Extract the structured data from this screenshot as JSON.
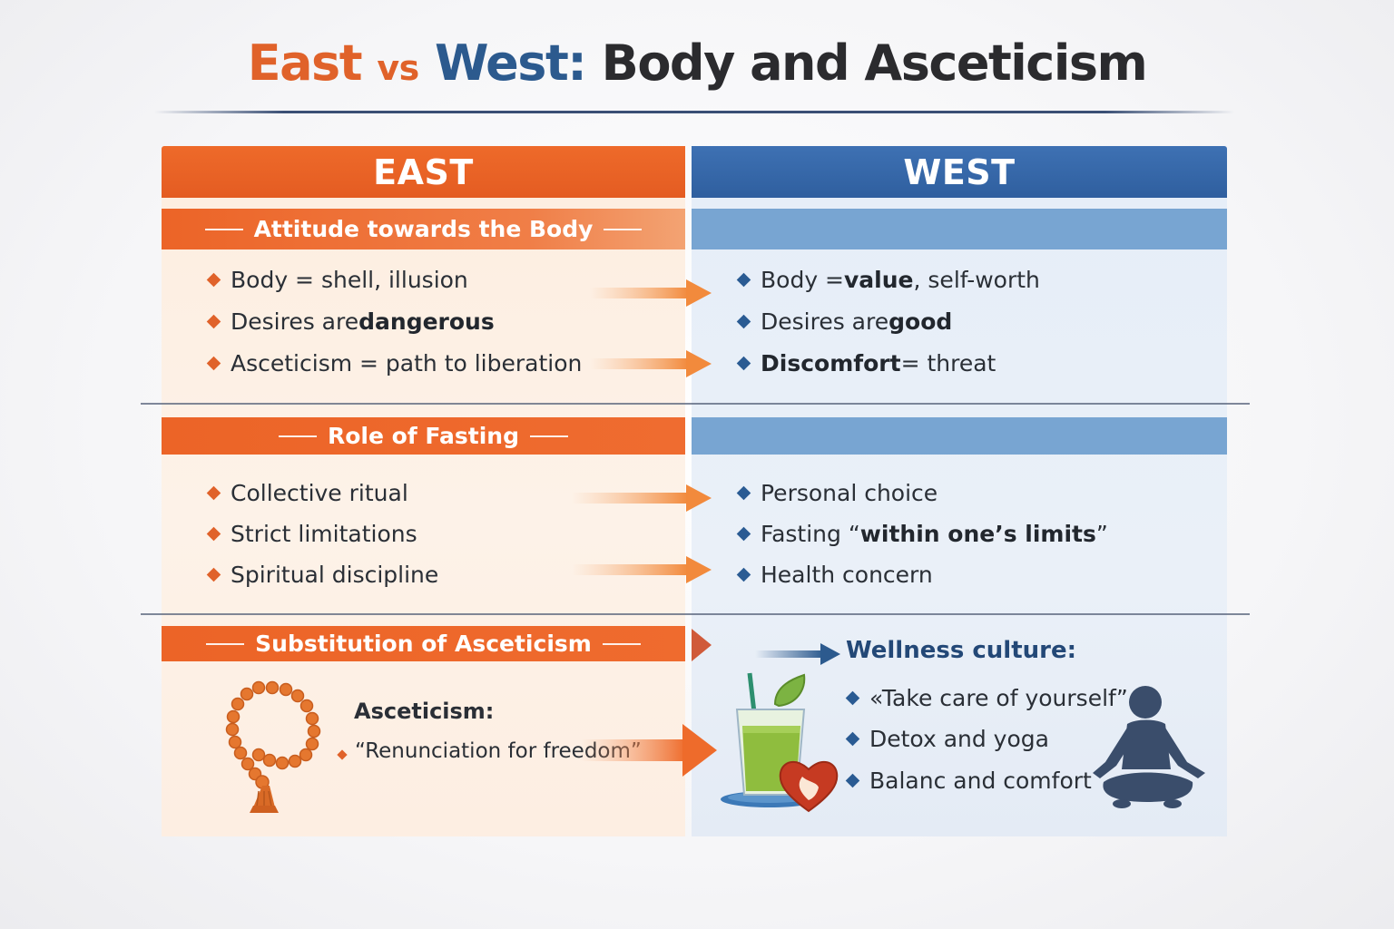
{
  "title": {
    "east": "East",
    "vs": "vs",
    "west": "West:",
    "rest": "Body and Asceticism"
  },
  "columns": {
    "east": "EAST",
    "west": "WEST"
  },
  "sections": [
    {
      "title": "Attitude towards the Body",
      "east": [
        {
          "pre": "Body = shell, illusion",
          "bold": "",
          "post": ""
        },
        {
          "pre": "Desires are ",
          "bold": "dangerous",
          "post": ""
        },
        {
          "pre": "Asceticism = path to liberation",
          "bold": "",
          "post": ""
        }
      ],
      "west": [
        {
          "pre": "Body = ",
          "bold": "value",
          "post": ", self-worth"
        },
        {
          "pre": "Desires are ",
          "bold": "good",
          "post": ""
        },
        {
          "pre": "",
          "bold": "Discomfort",
          "post": " = threat"
        }
      ]
    },
    {
      "title": "Role of Fasting",
      "east": [
        {
          "pre": "Collective ritual",
          "bold": "",
          "post": ""
        },
        {
          "pre": "Strict limitations",
          "bold": "",
          "post": ""
        },
        {
          "pre": "Spiritual discipline",
          "bold": "",
          "post": ""
        }
      ],
      "west": [
        {
          "pre": "Personal choice",
          "bold": "",
          "post": ""
        },
        {
          "pre": "Fasting “",
          "bold": "within one’s limits",
          "post": "”"
        },
        {
          "pre": "Health concern",
          "bold": "",
          "post": ""
        }
      ]
    }
  ],
  "substitution": {
    "title": "Substitution of Asceticism",
    "east_label": "Asceticism:",
    "east_quote": "“Renunciation for freedom”",
    "west_label": "Wellness culture:",
    "west_items": [
      "«Take care of yourself”",
      "Detox and yoga",
      "Balanc and comfort"
    ]
  },
  "colors": {
    "east": "#e0622a",
    "west": "#2c5a8e"
  },
  "icons": [
    "prayer-beads-icon",
    "green-juice-icon",
    "heart-icon",
    "meditation-figure-icon",
    "arrow-right-icon"
  ]
}
